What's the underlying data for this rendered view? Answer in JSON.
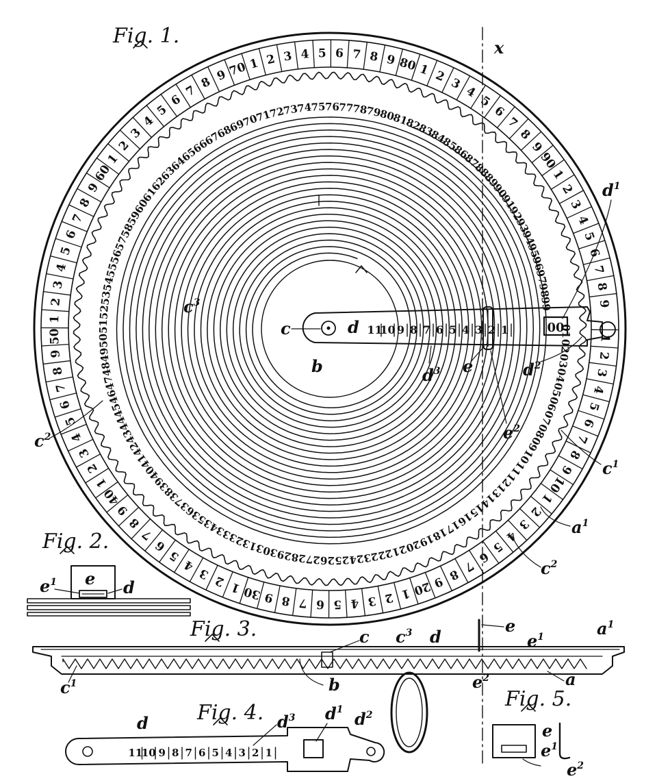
{
  "figures": {
    "fig1": "Fig. 1.",
    "fig2": "Fig. 2.",
    "fig3": "Fig. 3.",
    "fig4": "Fig. 4.",
    "fig5": "Fig. 5."
  },
  "labels": {
    "x": "x",
    "c": "c",
    "d": "d",
    "b": "b",
    "c3": "c3",
    "d1": "d1",
    "d2": "d2",
    "d3": "d3",
    "e": "e",
    "e1": "e1",
    "e2": "e2",
    "c1": "c1",
    "c2": "c2",
    "a": "a",
    "a1": "a1"
  },
  "outer_ring": [
    "1",
    "2",
    "3",
    "4",
    "5",
    "6",
    "7",
    "8",
    "9",
    "10",
    "1",
    "2",
    "3",
    "4",
    "5",
    "6",
    "7",
    "8",
    "9",
    "20",
    "1",
    "2",
    "3",
    "4",
    "5",
    "6",
    "7",
    "8",
    "9",
    "30",
    "1",
    "2",
    "3",
    "4",
    "5",
    "6",
    "7",
    "8",
    "9",
    "40",
    "1",
    "2",
    "3",
    "4",
    "5",
    "6",
    "7",
    "8",
    "9",
    "50",
    "1",
    "2",
    "3",
    "4",
    "5",
    "6",
    "7",
    "8",
    "9",
    "60",
    "1",
    "2",
    "3",
    "4",
    "5",
    "6",
    "7",
    "8",
    "9",
    "70",
    "1",
    "2",
    "3",
    "4",
    "5",
    "6",
    "7",
    "8",
    "9",
    "80",
    "1",
    "2",
    "3",
    "4",
    "5",
    "6",
    "7",
    "8",
    "9",
    "90",
    "1",
    "2",
    "3",
    "4",
    "5",
    "6",
    "7",
    "8",
    "9"
  ],
  "inner_ring": [
    "01",
    "02",
    "03",
    "04",
    "05",
    "06",
    "07",
    "08",
    "09",
    "10",
    "11",
    "12",
    "13",
    "14",
    "15",
    "16",
    "17",
    "18",
    "19",
    "20",
    "21",
    "22",
    "23",
    "24",
    "25",
    "26",
    "27",
    "28",
    "29",
    "30",
    "31",
    "32",
    "33",
    "34",
    "35",
    "36",
    "37",
    "38",
    "39",
    "40",
    "41",
    "42",
    "43",
    "44",
    "45",
    "46",
    "47",
    "48",
    "49",
    "50",
    "51",
    "52",
    "53",
    "54",
    "55",
    "56",
    "57",
    "58",
    "59",
    "60",
    "61",
    "62",
    "63",
    "64",
    "65",
    "66",
    "67",
    "68",
    "69",
    "70",
    "71",
    "72",
    "73",
    "74",
    "75",
    "76",
    "77",
    "78",
    "79",
    "80",
    "81",
    "82",
    "83",
    "84",
    "85",
    "86",
    "87",
    "88",
    "89",
    "90",
    "91",
    "92",
    "93",
    "94",
    "95",
    "96",
    "97",
    "98",
    "99"
  ],
  "pointer_zero": "00",
  "arm_scale": [
    "11",
    "10",
    "9",
    "8",
    "7",
    "6",
    "5",
    "4",
    "3",
    "2",
    "1"
  ]
}
